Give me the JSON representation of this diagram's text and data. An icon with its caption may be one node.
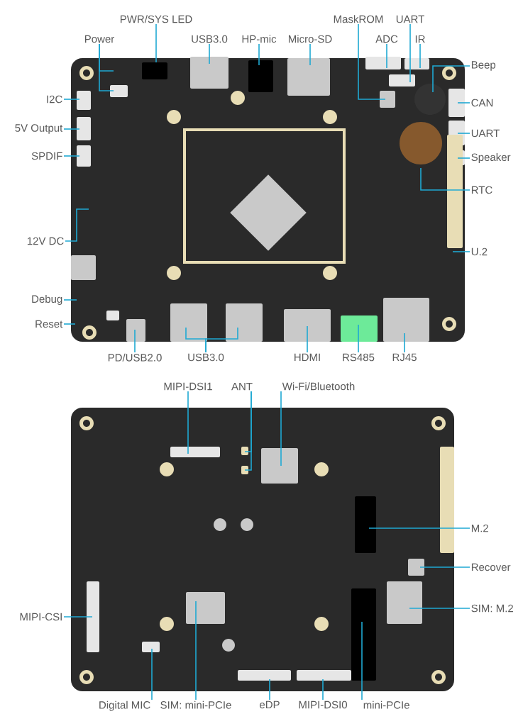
{
  "diagram": {
    "nodes": [
      {
        "text": [
          "PWR/SYS LED"
        ]
      },
      {
        "text": [
          "Power"
        ]
      },
      {
        "text": [
          "USB3.0"
        ]
      },
      {
        "text": [
          "HP-mic"
        ]
      },
      {
        "text": [
          "Micro-SD"
        ]
      },
      {
        "text": [
          "MaskROM"
        ]
      },
      {
        "text": [
          "UART"
        ]
      },
      {
        "text": [
          "ADC"
        ]
      },
      {
        "text": [
          "IR"
        ]
      },
      {
        "text": [
          "Beep"
        ]
      },
      {
        "text": [
          "I2C"
        ]
      },
      {
        "text": [
          "5V Output"
        ]
      },
      {
        "text": [
          "SPDIF"
        ]
      },
      {
        "text": [
          "CAN"
        ]
      },
      {
        "text": [
          "UART"
        ]
      },
      {
        "text": [
          "Speaker"
        ]
      },
      {
        "text": [
          "RTC"
        ]
      },
      {
        "text": [
          "12V DC"
        ]
      },
      {
        "text": [
          "U.2"
        ]
      },
      {
        "text": [
          "Debug"
        ]
      },
      {
        "text": [
          "Reset"
        ]
      },
      {
        "text": [
          "PD/USB2.0"
        ]
      },
      {
        "text": [
          "USB3.0"
        ]
      },
      {
        "text": [
          "HDMI"
        ]
      },
      {
        "text": [
          "RS485"
        ]
      },
      {
        "text": [
          "RJ45"
        ]
      },
      {
        "text": [
          "MIPI-DSI1"
        ]
      },
      {
        "text": [
          "ANT"
        ]
      },
      {
        "text": [
          "Wi-Fi/Bluetooth"
        ]
      },
      {
        "text": [
          "M.2"
        ]
      },
      {
        "text": [
          "Recover"
        ]
      },
      {
        "text": [
          "SIM: M.2"
        ]
      },
      {
        "text": [
          "MIPI-CSI"
        ]
      },
      {
        "text": [
          "Digital MIC"
        ]
      },
      {
        "text": [
          "SIM: mini-PCIe"
        ]
      },
      {
        "text": [
          "eDP"
        ]
      },
      {
        "text": [
          "MIPI-DSI0"
        ]
      },
      {
        "text": [
          "mini-PCIe"
        ]
      }
    ],
    "edges": [
      {
        "from": 0,
        "to": null,
        "arrow": "none"
      },
      {
        "from": 1,
        "to": null,
        "arrow": "none"
      },
      {
        "from": 1,
        "to": null,
        "arrow": "none"
      },
      {
        "from": 2,
        "to": null,
        "arrow": "none"
      },
      {
        "from": 3,
        "to": null,
        "arrow": "none"
      },
      {
        "from": 4,
        "to": null,
        "arrow": "none"
      },
      {
        "from": 5,
        "to": null,
        "arrow": "none"
      },
      {
        "from": 6,
        "to": null,
        "arrow": "none"
      },
      {
        "from": 7,
        "to": null,
        "arrow": "none"
      },
      {
        "from": 8,
        "to": null,
        "arrow": "none"
      },
      {
        "from": 9,
        "to": null,
        "arrow": "none"
      },
      {
        "from": 10,
        "to": null,
        "arrow": "none"
      },
      {
        "from": 11,
        "to": null,
        "arrow": "none"
      },
      {
        "from": 12,
        "to": null,
        "arrow": "none"
      },
      {
        "from": 13,
        "to": null,
        "arrow": "none"
      },
      {
        "from": 14,
        "to": null,
        "arrow": "none"
      },
      {
        "from": 15,
        "to": null,
        "arrow": "none"
      },
      {
        "from": 16,
        "to": null,
        "arrow": "none"
      },
      {
        "from": 17,
        "to": null,
        "arrow": "none"
      },
      {
        "from": 18,
        "to": null,
        "arrow": "none"
      },
      {
        "from": 19,
        "to": null,
        "arrow": "none"
      },
      {
        "from": 20,
        "to": null,
        "arrow": "none"
      },
      {
        "from": 21,
        "to": null,
        "arrow": "none"
      },
      {
        "from": 22,
        "to": null,
        "arrow": "none"
      },
      {
        "from": 22,
        "to": null,
        "arrow": "none"
      },
      {
        "from": 23,
        "to": null,
        "arrow": "none"
      },
      {
        "from": 24,
        "to": null,
        "arrow": "none"
      },
      {
        "from": 25,
        "to": null,
        "arrow": "none"
      },
      {
        "from": 26,
        "to": null,
        "arrow": "none"
      },
      {
        "from": 27,
        "to": null,
        "arrow": "none"
      },
      {
        "from": 27,
        "to": null,
        "arrow": "none"
      },
      {
        "from": 28,
        "to": null,
        "arrow": "none"
      },
      {
        "from": 29,
        "to": null,
        "arrow": "none"
      },
      {
        "from": 30,
        "to": null,
        "arrow": "none"
      },
      {
        "from": 31,
        "to": null,
        "arrow": "none"
      },
      {
        "from": 32,
        "to": null,
        "arrow": "none"
      },
      {
        "from": 33,
        "to": null,
        "arrow": "none"
      },
      {
        "from": 34,
        "to": null,
        "arrow": "none"
      },
      {
        "from": 35,
        "to": null,
        "arrow": "none"
      },
      {
        "from": 36,
        "to": null,
        "arrow": "none"
      },
      {
        "from": 37,
        "to": null,
        "arrow": "none"
      }
    ]
  }
}
